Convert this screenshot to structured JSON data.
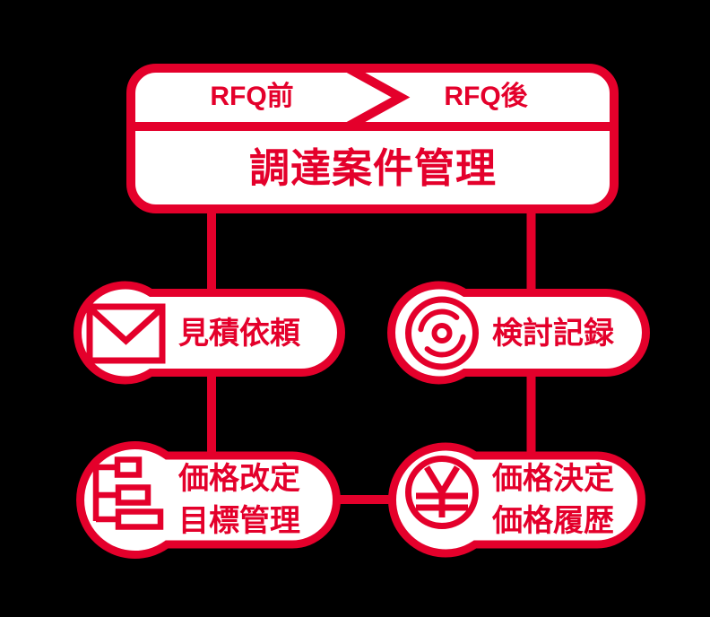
{
  "colors": {
    "background": "#000000",
    "accent_red": "#E4002B",
    "surface_white": "#FFFFFF"
  },
  "flow_header": {
    "phase_before": "RFQ前",
    "phase_after": "RFQ後",
    "title": "調達案件管理"
  },
  "nodes": {
    "quotation_request": {
      "icon": "envelope-icon",
      "label": "見積依頼"
    },
    "review_record": {
      "icon": "disc-icon",
      "label": "検討記録"
    },
    "price_revision": {
      "icon": "org-tree-icon",
      "label_line1": "価格改定",
      "label_line2": "目標管理"
    },
    "price_decision": {
      "icon": "yen-icon",
      "label_line1": "価格決定",
      "label_line2": "価格履歴"
    }
  },
  "edges": [
    {
      "from": "調達案件管理",
      "to": "見積依頼"
    },
    {
      "from": "調達案件管理",
      "to": "検討記録"
    },
    {
      "from": "見積依頼",
      "to": "価格改定 目標管理"
    },
    {
      "from": "検討記録",
      "to": "価格決定 価格履歴"
    },
    {
      "from": "価格改定 目標管理",
      "to": "価格決定 価格履歴"
    }
  ]
}
